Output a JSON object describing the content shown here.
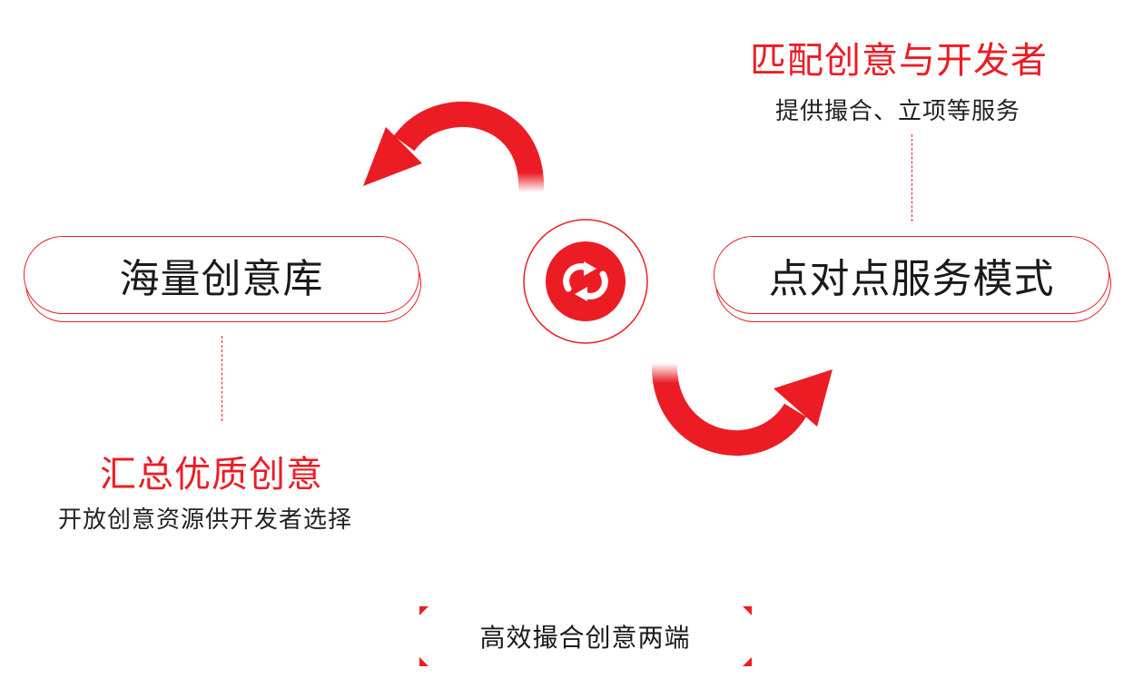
{
  "left_node": {
    "label": "海量创意库",
    "caption_title": "汇总优质创意",
    "caption_sub": "开放创意资源供开发者选择"
  },
  "right_node": {
    "label": "点对点服务模式",
    "caption_title": "匹配创意与开发者",
    "caption_sub": "提供撮合、立项等服务"
  },
  "center_icon": "exchange-icon",
  "bottom_label": "高效撮合创意两端",
  "colors": {
    "accent": "#ec1c24",
    "text": "#1a1a1a"
  }
}
